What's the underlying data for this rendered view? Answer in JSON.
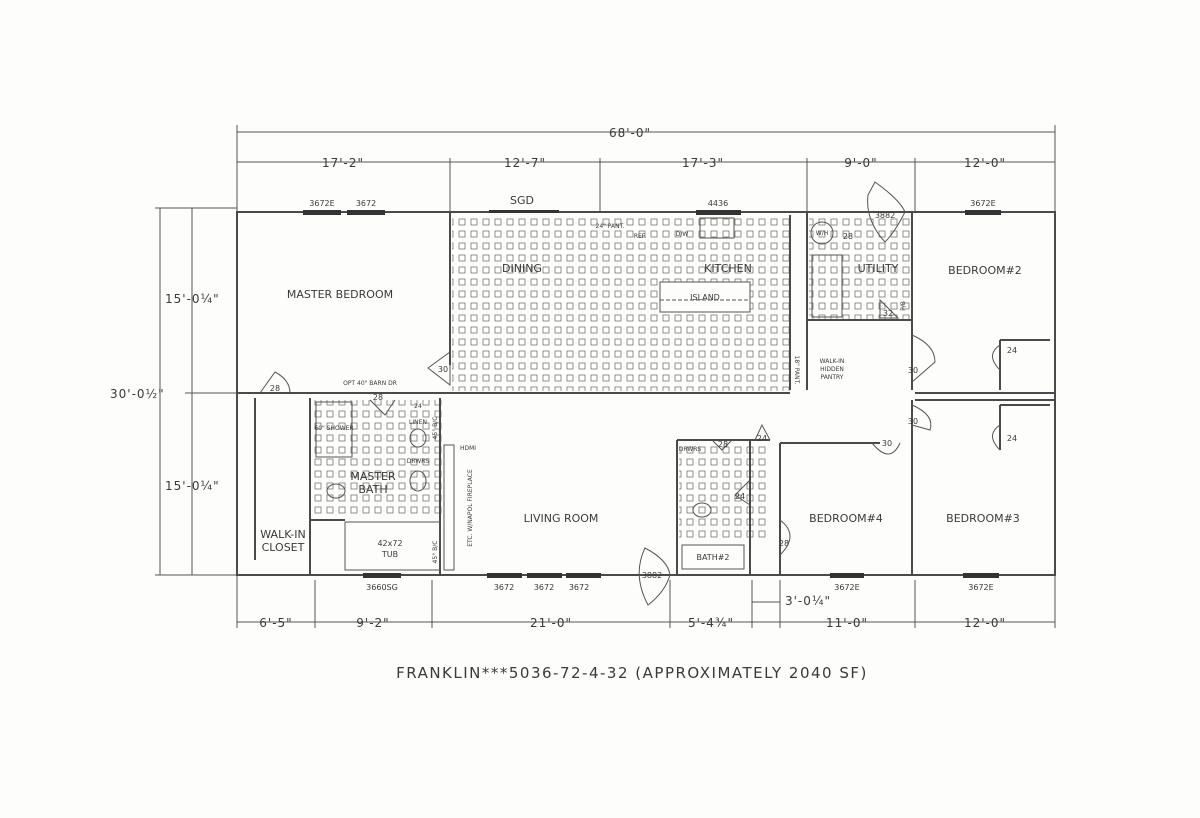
{
  "title": "FRANKLIN***5036-72-4-32 (APPROXIMATELY 2040 SF)",
  "dimensions": {
    "overall_width": "68'-0\"",
    "overall_depth": "30'-0½\"",
    "top": [
      "17'-2\"",
      "12'-7\"",
      "17'-3\"",
      "9'-0\"",
      "12'-0\""
    ],
    "left": [
      "15'-0¼\"",
      "15'-0¼\""
    ],
    "bottom": [
      "6'-5\"",
      "9'-2\"",
      "21'-0\"",
      "5'-4¾\"",
      "11'-0\"",
      "12'-0\""
    ],
    "bottom_offset": "3'-0¼\""
  },
  "rooms": {
    "master_bedroom": "MASTER BEDROOM",
    "dining": "DINING",
    "kitchen": "KITCHEN",
    "island": "ISLAND",
    "utility": "UTILITY",
    "bedroom2": "BEDROOM#2",
    "master_bath_1": "MASTER",
    "master_bath_2": "BATH",
    "walk_in_closet_1": "WALK-IN",
    "walk_in_closet_2": "CLOSET",
    "living_room": "LIVING ROOM",
    "bath2": "BATH#2",
    "bedroom4": "BEDROOM#4",
    "bedroom3": "BEDROOM#3",
    "pantry_1": "WALK-IN",
    "pantry_2": "HIDDEN",
    "pantry_3": "PANTRY"
  },
  "windows": {
    "mb_1": "3672E",
    "mb_2": "3672",
    "sgd": "SGD",
    "kitchen": "4436",
    "utility_door": "3882",
    "bed2": "3672E",
    "mbath": "3660SG",
    "living_1": "3672",
    "living_2": "3672",
    "living_3": "3672",
    "front_door": "3882",
    "bed4": "3672E",
    "bed3": "3672E"
  },
  "doors": {
    "mb_closet": "28",
    "mb_bath": "28",
    "mb_entry": "30",
    "wh": "28",
    "utility": "32",
    "hall_bed2": "30",
    "hall_bed3": "30",
    "hall_bed4": "30",
    "bed2_closet": "24",
    "bed3_closet": "24",
    "bath2": "28",
    "linen2": "24",
    "hall_closet": "24",
    "bed4_closet": "28",
    "linen": "24"
  },
  "fixtures": {
    "pantry24": "24\" PANT.",
    "ref": "REF.",
    "dw": "D/W",
    "wh": "W/H",
    "pb": "P/B",
    "pant18": "18\" PANT.",
    "barn_door": "OPT 40\" BARN DR",
    "shower": "60\" SHOWER",
    "linen": "LINEN",
    "bc_top": "45° B/C",
    "bc_bottom": "45° B/C",
    "hdmi": "HDMI",
    "fireplace": "ETC. W/NAPOL FIREPLACE",
    "tub": "42x72",
    "tub2": "TUB",
    "drwrs": "DRWRS"
  }
}
